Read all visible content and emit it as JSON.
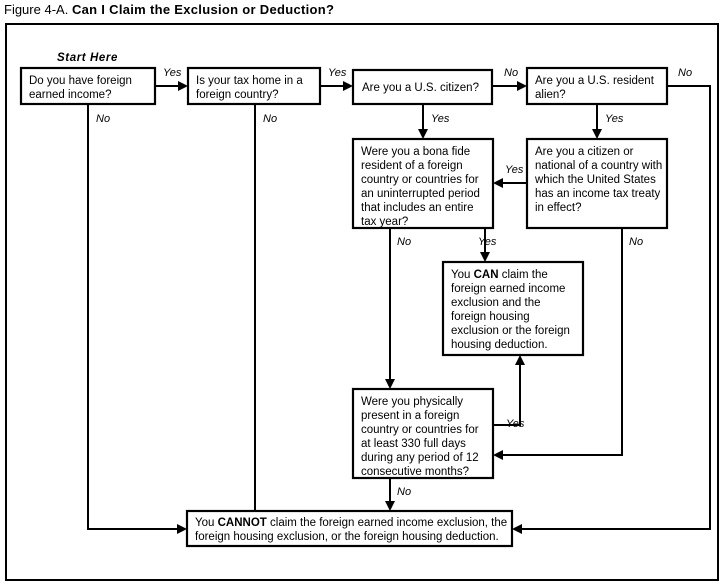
{
  "figure": {
    "label": "Figure 4-A.",
    "heading": "Can I Claim the Exclusion or Deduction?"
  },
  "chart_data": {
    "type": "diagram",
    "diagram_kind": "flowchart",
    "title": "Figure 4-A. Can I Claim the Exclusion or Deduction?",
    "start_marker": "Start Here",
    "nodes": [
      {
        "id": "n1",
        "text": "Do you have foreign earned income?",
        "lines": [
          "Do you have foreign",
          "earned income?"
        ]
      },
      {
        "id": "n2",
        "text": "Is your tax home in a foreign country?",
        "lines": [
          "Is your tax home in a",
          "foreign country?"
        ]
      },
      {
        "id": "n3",
        "text": "Are you a U.S. citizen?",
        "lines": [
          "Are you a U.S. citizen?"
        ]
      },
      {
        "id": "n4",
        "text": "Are you a U.S. resident alien?",
        "lines": [
          "Are you a U.S. resident",
          "alien?"
        ]
      },
      {
        "id": "n5",
        "text": "Were you a bona fide resident of a foreign country or countries for an uninterrupted period that includes an entire tax year?",
        "lines": [
          "Were you a bona fide",
          "resident of a foreign",
          "country or countries for",
          "an uninterrupted period",
          "that includes an entire",
          "tax year?"
        ]
      },
      {
        "id": "n6",
        "text": "Are you a citizen or national of a country with which the United States has an income tax treaty in effect?",
        "lines": [
          "Are you a citizen or",
          "national of a country with",
          "which the United States",
          "has an income tax treaty",
          "in effect?"
        ]
      },
      {
        "id": "n7",
        "text": "You CAN claim the foreign earned income exclusion and the foreign housing exclusion or the foreign housing deduction.",
        "lines": [
          "You CAN claim the",
          "foreign earned income",
          "exclusion and the",
          "foreign housing",
          "exclusion or the foreign",
          "housing deduction."
        ],
        "bold_words": [
          "CAN"
        ]
      },
      {
        "id": "n8",
        "text": "Were you physically present in a foreign country or countries for at least 330 full days during any period of 12 consecutive months?",
        "lines": [
          "Were you physically",
          "present in a foreign",
          "country or countries for",
          "at least 330 full days",
          "during any period of 12",
          "consecutive months?"
        ]
      },
      {
        "id": "n9",
        "text": "You CANNOT claim the foreign earned income exclusion, the foreign housing exclusion, or the foreign housing deduction.",
        "lines": [
          "You CANNOT claim the foreign earned income exclusion, the",
          "foreign housing exclusion, or the foreign housing deduction."
        ],
        "bold_words": [
          "CANNOT"
        ]
      }
    ],
    "edges": [
      {
        "from": "n1",
        "to": "n2",
        "label": "Yes"
      },
      {
        "from": "n1",
        "to": "n9",
        "label": "No"
      },
      {
        "from": "n2",
        "to": "n3",
        "label": "Yes"
      },
      {
        "from": "n2",
        "to": "n9",
        "label": "No"
      },
      {
        "from": "n3",
        "to": "n4",
        "label": "No"
      },
      {
        "from": "n3",
        "to": "n5",
        "label": "Yes"
      },
      {
        "from": "n4",
        "to": "n6",
        "label": "Yes"
      },
      {
        "from": "n4",
        "to": "n9",
        "label": "No"
      },
      {
        "from": "n5",
        "to": "n7",
        "label": "Yes"
      },
      {
        "from": "n5",
        "to": "n8",
        "label": "No"
      },
      {
        "from": "n6",
        "to": "n5",
        "label": "Yes"
      },
      {
        "from": "n6",
        "to": "n8",
        "label": "No"
      },
      {
        "from": "n8",
        "to": "n7",
        "label": "Yes"
      },
      {
        "from": "n8",
        "to": "n9",
        "label": "No"
      }
    ],
    "edge_labels": {
      "n1_yes": "Yes",
      "n1_no": "No",
      "n2_yes": "Yes",
      "n2_no": "No",
      "n3_no": "No",
      "n3_yes": "Yes",
      "n4_no": "No",
      "n4_yes": "Yes",
      "n5_no": "No",
      "n5_yes": "Yes",
      "n6_yes": "Yes",
      "n6_no": "No",
      "n8_yes": "Yes",
      "n8_no": "No"
    },
    "colors": {
      "background": "#ffffff",
      "stroke": "#000000",
      "text": "#000000"
    }
  }
}
